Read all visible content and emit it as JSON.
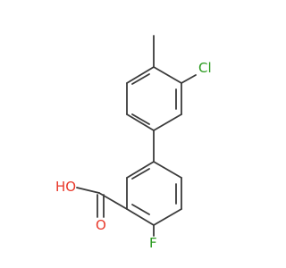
{
  "molecule": {
    "atoms": {
      "chlorine": "Cl",
      "hydroxyl": "HO",
      "carbonyl_oxygen": "O",
      "fluorine": "F"
    },
    "colors": {
      "bond": "#3a3a3a",
      "chlorine": "#2a9a1e",
      "oxygen": "#e8382a",
      "fluorine": "#2a9a1e"
    }
  }
}
